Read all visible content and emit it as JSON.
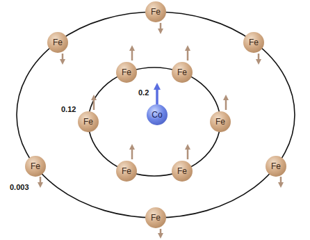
{
  "diagram": {
    "nodes": [
      {
        "text": [
          "Fe"
        ]
      },
      {
        "text": [
          "Fe"
        ]
      },
      {
        "text": [
          "Fe"
        ]
      },
      {
        "text": [
          "Fe"
        ]
      },
      {
        "text": [
          "Fe"
        ]
      },
      {
        "text": [
          "Co"
        ]
      },
      {
        "text": [
          "Fe"
        ]
      },
      {
        "text": [
          "Fe"
        ]
      },
      {
        "text": [
          "Fe"
        ]
      },
      {
        "text": [
          "Fe"
        ]
      },
      {
        "text": [
          "Fe"
        ]
      },
      {
        "text": [
          "Fe"
        ]
      },
      {
        "text": [
          "Fe"
        ]
      }
    ],
    "labels": [
      "0.2",
      "0.12",
      "0.003"
    ]
  }
}
